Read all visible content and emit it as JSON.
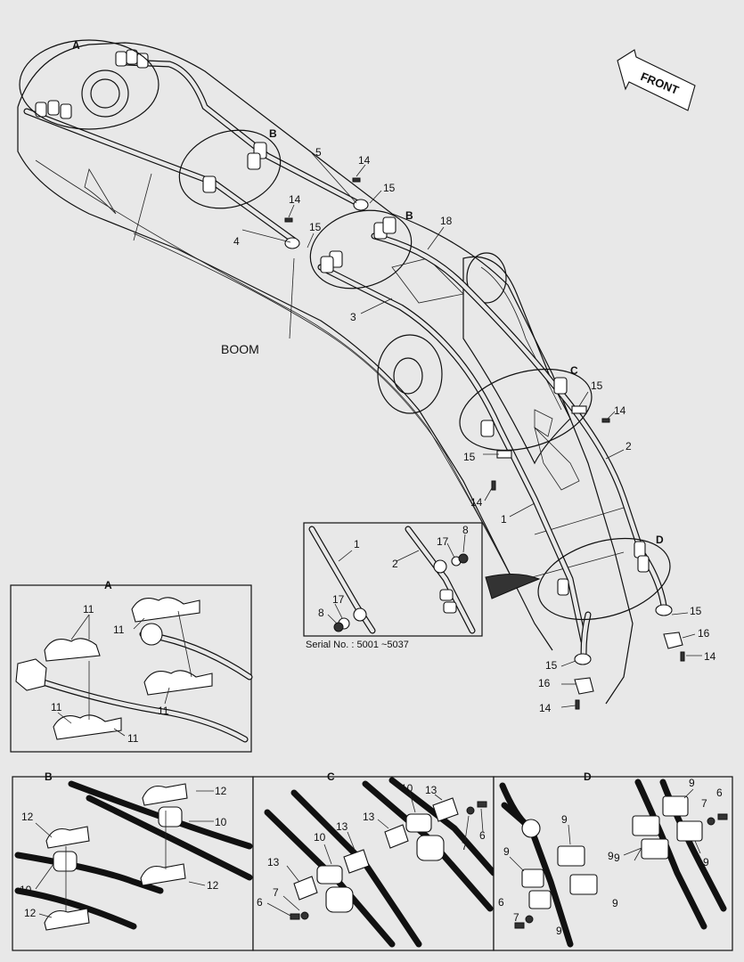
{
  "direction_label": "FRONT",
  "boom_label": "BOOM",
  "serial_note": "Serial No. : 5001 ~5037",
  "sections": {
    "A": "A",
    "B": "B",
    "C": "C",
    "D": "D"
  },
  "callouts": {
    "main": {
      "a": "A",
      "b1": "B",
      "b2": "B",
      "c": "C",
      "d": "D",
      "n5": "5",
      "n14a": "14",
      "n15a": "15",
      "n14b": "14",
      "n15b": "15",
      "n4": "4",
      "n18": "18",
      "n3": "3",
      "n15c": "15",
      "n14c": "14",
      "n2": "2",
      "n15d": "15",
      "n14d": "14",
      "n1": "1",
      "n15e": "15",
      "n16a": "16",
      "n14e": "14",
      "n15f": "15",
      "n16b": "16",
      "n14f": "14"
    },
    "serial_box": {
      "n1": "1",
      "n2": "2",
      "n17a": "17",
      "n8a": "8",
      "n17b": "17",
      "n8b": "8"
    },
    "panel_a": {
      "n11a": "11",
      "n11b": "11",
      "n11c": "11",
      "n11d": "11",
      "n11e": "11"
    },
    "panel_b": {
      "n12a": "12",
      "n10a": "10",
      "n12b": "12",
      "n10b": "10",
      "n12c": "12",
      "n12d": "12"
    },
    "panel_c": {
      "n13a": "13",
      "n10a": "10",
      "n13b": "13",
      "n7a": "7",
      "n6a": "6",
      "n10b": "10",
      "n13c": "13",
      "n13d": "13",
      "n7b": "7",
      "n6b": "6"
    },
    "panel_d": {
      "n9a": "9",
      "n9b": "9",
      "n6a": "6",
      "n7a": "7",
      "n9c": "9",
      "n9d": "9",
      "n9e": "9",
      "n9f": "9",
      "n7b": "7",
      "n6b": "6",
      "n9g": "9",
      "n9h": "9"
    }
  }
}
